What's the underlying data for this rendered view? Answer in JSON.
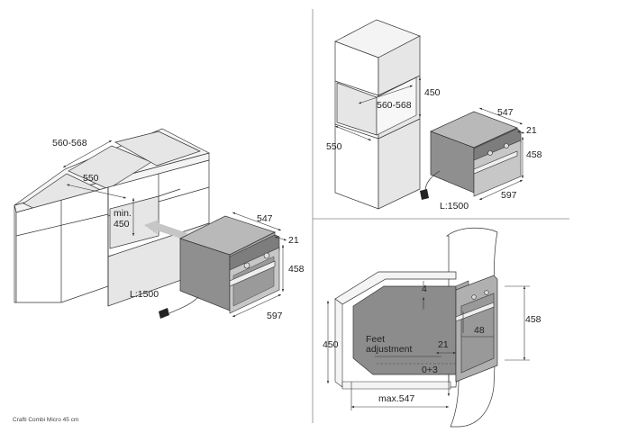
{
  "footer": {
    "product_name": "Crafti Combi Micro 45 cm"
  },
  "views": {
    "base_cabinet": {
      "dim_width": "560-568",
      "dim_depth": "550",
      "dim_min_height_label": "min.",
      "dim_min_height_value": "450",
      "oven_depth": "547",
      "oven_front_depth": "21",
      "oven_height": "458",
      "oven_width": "597",
      "cable_length": "L:1500"
    },
    "tall_cabinet": {
      "niche_height": "450",
      "niche_width": "560-568",
      "cabinet_depth": "550",
      "oven_depth": "547",
      "oven_front_depth": "21",
      "oven_height": "458",
      "oven_width": "597",
      "cable_length": "L:1500"
    },
    "side_section": {
      "gap_top": "4",
      "feet_label": "Feet\nadjustment",
      "feet_offset": "21",
      "feet_range": "0+3",
      "niche_height": "450",
      "door_drop": "48",
      "oven_height": "458",
      "max_depth": "max.547"
    }
  }
}
